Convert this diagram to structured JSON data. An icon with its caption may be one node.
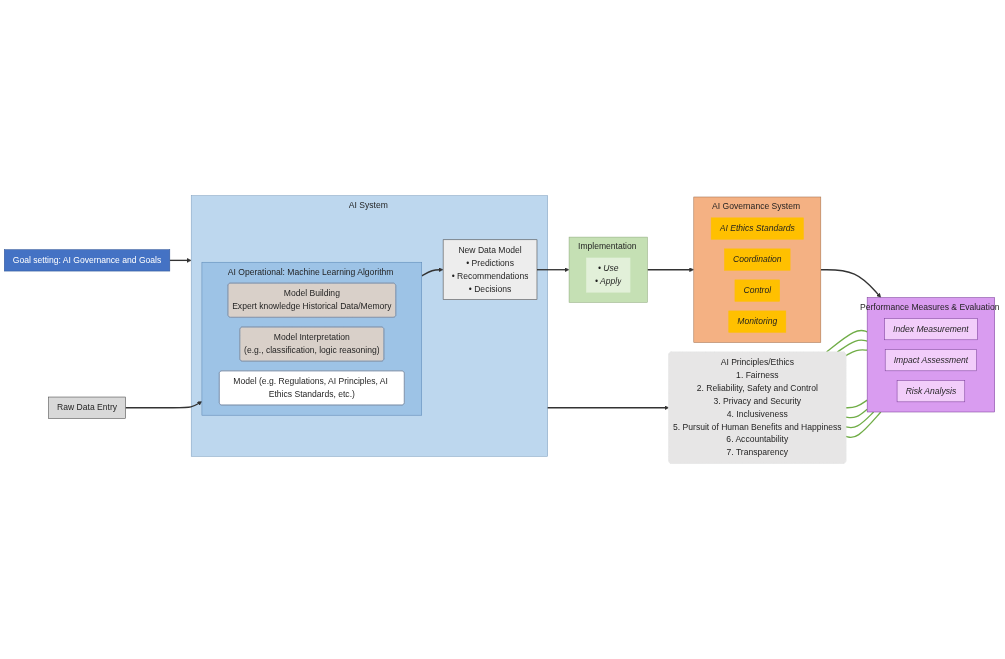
{
  "diagram": {
    "nodes": [
      {
        "text": [
          "Goal setting: AI Governance and Goals"
        ]
      },
      {
        "text": [
          "AI System"
        ]
      },
      {
        "text": [
          "AI Operational: Machine Learning Algorithm"
        ],
        "in": 1
      },
      {
        "text": [
          "Model Building",
          "Expert knowledge Historical Data/Memory"
        ],
        "in": 2
      },
      {
        "text": [
          "Model Interpretation",
          "(e.g., classification, logic reasoning)"
        ],
        "in": 2
      },
      {
        "text": [
          "Model (e.g. Regulations, AI Principles, AI Ethics Standards, etc.)"
        ],
        "in": 2
      },
      {
        "text": [
          "New Data Model",
          "• Predictions",
          "• Recommendations",
          "• Decisions"
        ],
        "in": 1
      },
      {
        "text": [
          "Raw Data Entry"
        ]
      },
      {
        "text": [
          "Implementation"
        ]
      },
      {
        "text": [
          "• Use",
          "• Apply"
        ],
        "in": 8
      },
      {
        "text": [
          "AI Principles/Ethics",
          "1. Fairness",
          "2. Reliability, Safety and Control",
          "3. Privacy and Security",
          "4. Inclusiveness",
          "5. Pursuit of Human Benefits and Happiness",
          "6. Accountability",
          "7. Transparency"
        ]
      },
      {
        "text": [
          "Performance Measures & Evaluation"
        ]
      },
      {
        "text": [
          "Index Measurement"
        ],
        "in": 11
      },
      {
        "text": [
          "Impact Assessment"
        ],
        "in": 11
      },
      {
        "text": [
          "Risk Analysis"
        ],
        "in": 11
      },
      {
        "text": [
          "AI Governance System"
        ]
      },
      {
        "text": [
          "AI Ethics Standards"
        ],
        "in": 15
      },
      {
        "text": [
          "Coordination"
        ],
        "in": 15
      },
      {
        "text": [
          "Control"
        ],
        "in": 15
      },
      {
        "text": [
          "Monitoring"
        ],
        "in": 15
      }
    ],
    "edges": [
      {
        "from": 0,
        "to": 1,
        "arrow": "to"
      },
      {
        "from": 7,
        "to": 2,
        "arrow": "to"
      },
      {
        "from": 2,
        "to": 6,
        "arrow": "to"
      },
      {
        "from": 6,
        "to": 8,
        "arrow": "to"
      },
      {
        "from": 8,
        "to": 15,
        "arrow": "to"
      },
      {
        "from": 15,
        "to": 11,
        "arrow": "to"
      },
      {
        "from": 1,
        "to": 10,
        "arrow": "to"
      },
      {
        "from": 10,
        "to": 11,
        "arrow": "none",
        "color": "#70ad47"
      },
      {
        "from": 10,
        "to": 11,
        "arrow": "none",
        "color": "#70ad47"
      },
      {
        "from": 10,
        "to": 11,
        "arrow": "none",
        "color": "#70ad47"
      },
      {
        "from": 10,
        "to": 11,
        "arrow": "none",
        "color": "#70ad47"
      },
      {
        "from": 10,
        "to": 11,
        "arrow": "none",
        "color": "#70ad47"
      },
      {
        "from": 10,
        "to": 11,
        "arrow": "none",
        "color": "#70ad47"
      },
      {
        "from": 10,
        "to": 11,
        "arrow": "none",
        "color": "#70ad47"
      }
    ]
  }
}
